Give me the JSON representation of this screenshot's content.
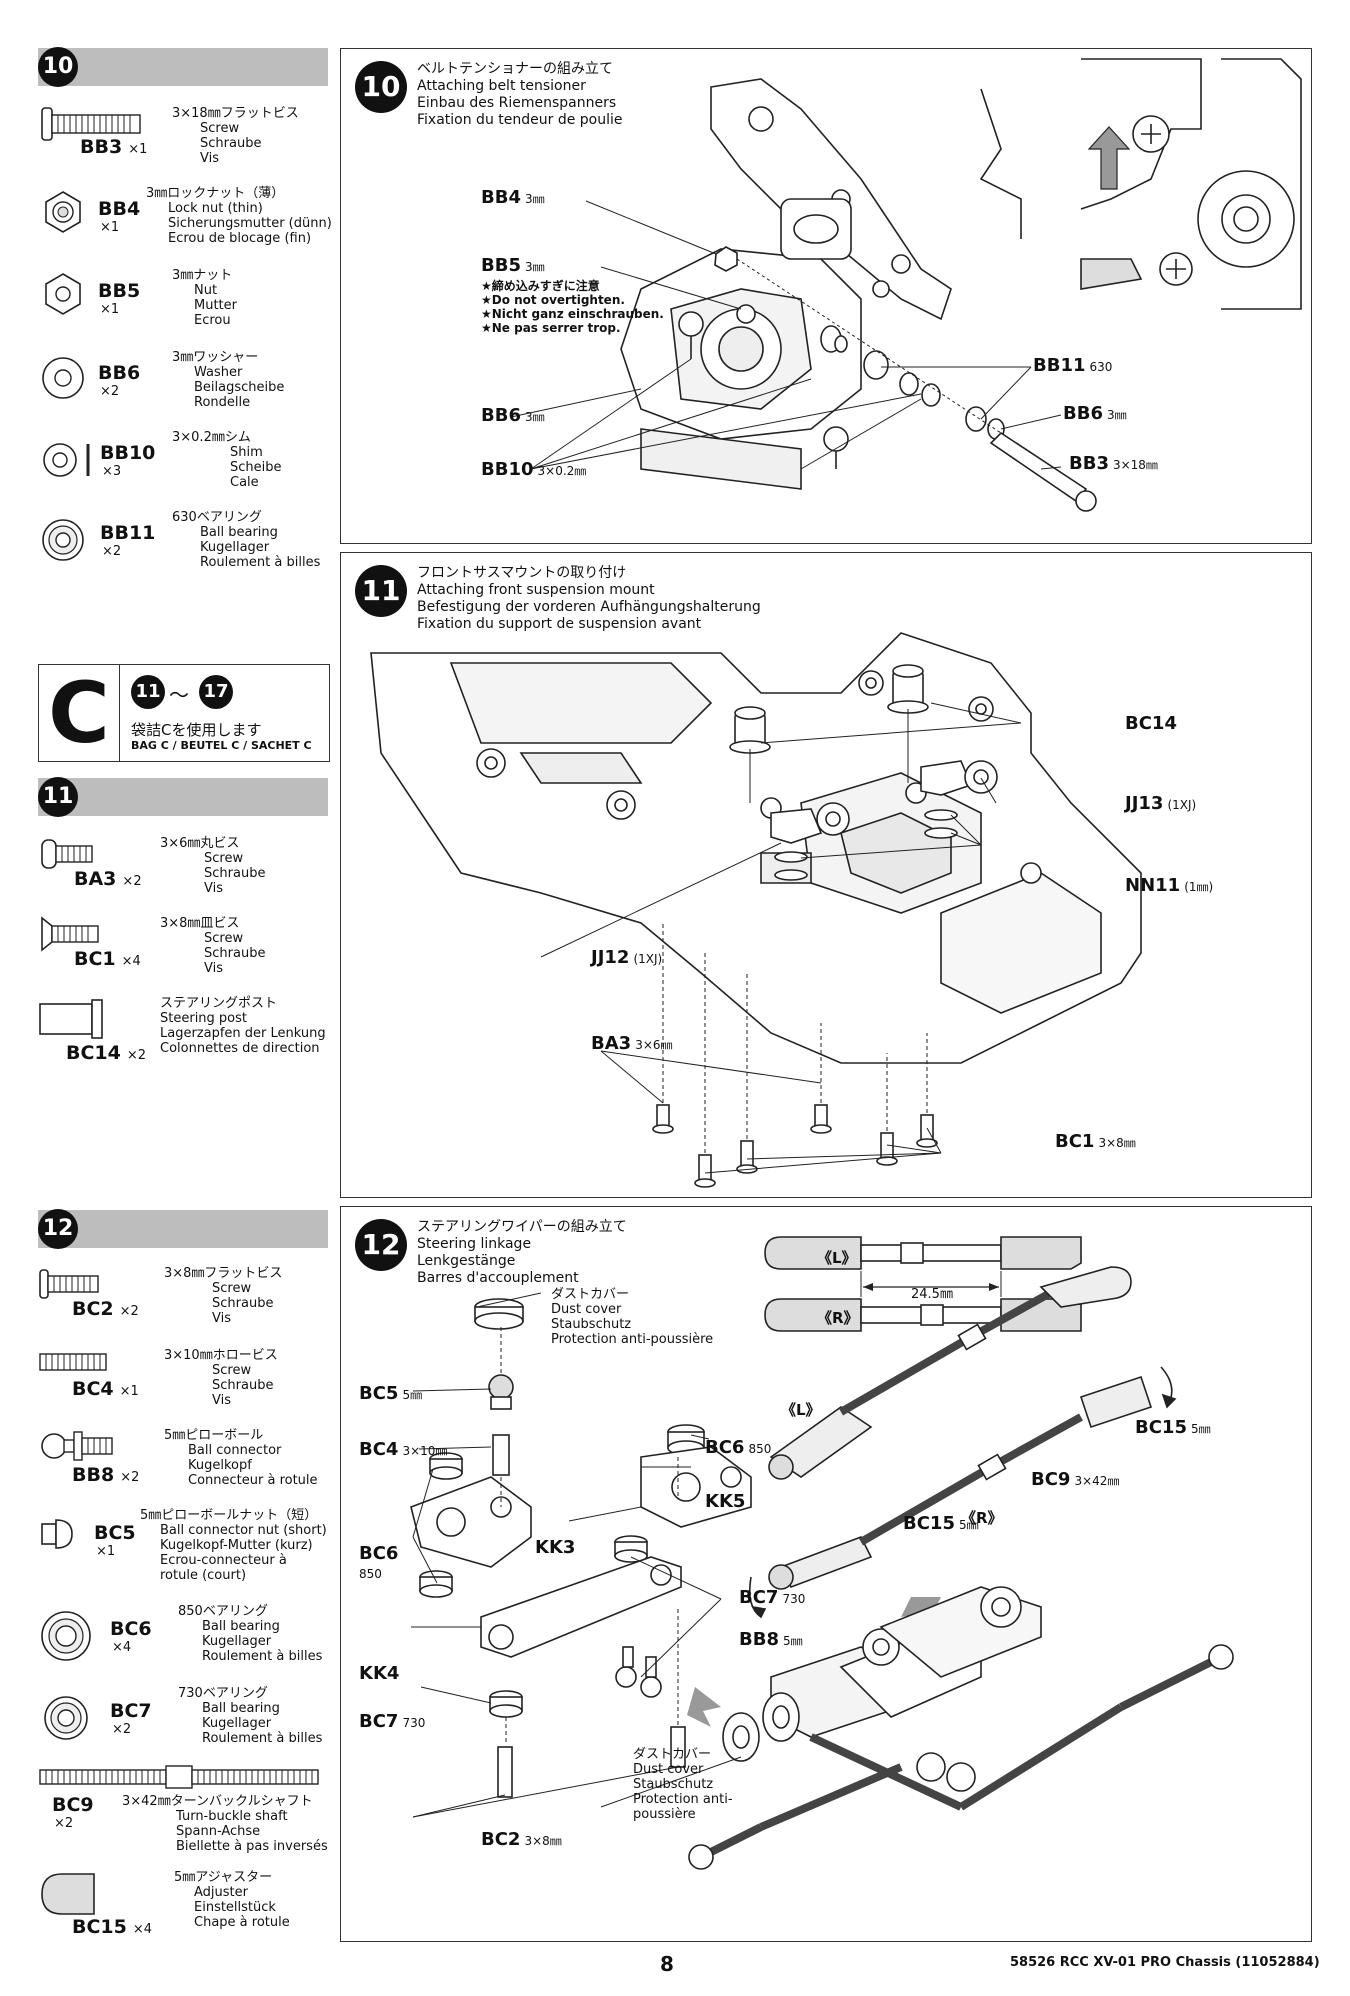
{
  "left": {
    "step10": {
      "num": "10"
    },
    "parts10": [
      {
        "code": "BB3",
        "qty": "×1",
        "jp": "3×18㎜フラットビス",
        "tr": [
          "Screw",
          "Schraube",
          "Vis"
        ]
      },
      {
        "code": "BB4",
        "qty": "×1",
        "jp": "3㎜ロックナット（薄）",
        "tr": [
          "Lock nut (thin)",
          "Sicherungsmutter (dünn)",
          "Ecrou de blocage (fin)"
        ]
      },
      {
        "code": "BB5",
        "qty": "×1",
        "jp": "3㎜ナット",
        "tr": [
          "Nut",
          "Mutter",
          "Ecrou"
        ]
      },
      {
        "code": "BB6",
        "qty": "×2",
        "jp": "3㎜ワッシャー",
        "tr": [
          "Washer",
          "Beilagscheibe",
          "Rondelle"
        ]
      },
      {
        "code": "BB10",
        "qty": "×3",
        "jp": "3×0.2㎜シム",
        "tr": [
          "Shim",
          "Scheibe",
          "Cale"
        ]
      },
      {
        "code": "BB11",
        "qty": "×2",
        "jp": "630ベアリング",
        "tr": [
          "Ball bearing",
          "Kugellager",
          "Roulement à billes"
        ]
      }
    ],
    "bag": {
      "letter": "C",
      "from": "11",
      "sep": "〜",
      "to": "17",
      "jp": "袋詰Cを使用します",
      "tr": "BAG C / BEUTEL C / SACHET C"
    },
    "step11": {
      "num": "11"
    },
    "parts11": [
      {
        "code": "BA3",
        "qty": "×2",
        "jp": "3×6㎜丸ビス",
        "tr": [
          "Screw",
          "Schraube",
          "Vis"
        ]
      },
      {
        "code": "BC1",
        "qty": "×4",
        "jp": "3×8㎜皿ビス",
        "tr": [
          "Screw",
          "Schraube",
          "Vis"
        ]
      },
      {
        "code": "BC14",
        "qty": "×2",
        "jp": "ステアリングポスト",
        "tr": [
          "Steering post",
          "Lagerzapfen der Lenkung",
          "Colonnettes de direction"
        ]
      }
    ],
    "step12": {
      "num": "12"
    },
    "parts12": [
      {
        "code": "BC2",
        "qty": "×2",
        "jp": "3×8㎜フラットビス",
        "tr": [
          "Screw",
          "Schraube",
          "Vis"
        ]
      },
      {
        "code": "BC4",
        "qty": "×1",
        "jp": "3×10㎜ホロービス",
        "tr": [
          "Screw",
          "Schraube",
          "Vis"
        ]
      },
      {
        "code": "BB8",
        "qty": "×2",
        "jp": "5㎜ピローボール",
        "tr": [
          "Ball connector",
          "Kugelkopf",
          "Connecteur à rotule"
        ]
      },
      {
        "code": "BC5",
        "qty": "×1",
        "jp": "5㎜ピローボールナット（短）",
        "tr": [
          "Ball connector nut (short)",
          "Kugelkopf-Mutter (kurz)",
          "Ecrou-connecteur à",
          "rotule (court)"
        ]
      },
      {
        "code": "BC6",
        "qty": "×4",
        "jp": "850ベアリング",
        "tr": [
          "Ball bearing",
          "Kugellager",
          "Roulement à billes"
        ]
      },
      {
        "code": "BC7",
        "qty": "×2",
        "jp": "730ベアリング",
        "tr": [
          "Ball bearing",
          "Kugellager",
          "Roulement à billes"
        ]
      },
      {
        "code": "BC9",
        "qty": "×2",
        "jp": "3×42㎜ターンバックルシャフト",
        "tr": [
          "Turn-buckle shaft",
          "Spann-Achse",
          "Biellette à pas inversés"
        ]
      },
      {
        "code": "BC15",
        "qty": "×4",
        "jp": "5㎜アジャスター",
        "tr": [
          "Adjuster",
          "Einstellstück",
          "Chape à rotule"
        ]
      }
    ]
  },
  "panel10": {
    "num": "10",
    "title": [
      "ベルトテンショナーの組み立て",
      "Attaching belt tensioner",
      "Einbau des Riemenspanners",
      "Fixation du tendeur de poulie"
    ],
    "labels": {
      "bb4": "BB4",
      "bb4s": "3㎜",
      "bb5": "BB5",
      "bb5s": "3㎜",
      "warn": [
        "★締め込みすぎに注意",
        "★Do not overtighten.",
        "★Nicht ganz einschrauben.",
        "★Ne pas serrer trop."
      ],
      "bb11": "BB11",
      "bb11s": "630",
      "bb6a": "BB6",
      "bb6as": "3㎜",
      "bb6b": "BB6",
      "bb6bs": "3㎜",
      "bb10": "BB10",
      "bb10s": "3×0.2㎜",
      "bb3": "BB3",
      "bb3s": "3×18㎜"
    }
  },
  "panel11": {
    "num": "11",
    "title": [
      "フロントサスマウントの取り付け",
      "Attaching front suspension mount",
      "Befestigung der vorderen Aufhängungshalterung",
      "Fixation du support de suspension avant"
    ],
    "labels": {
      "bc14": "BC14",
      "jj13": "JJ13",
      "jj13s": "(1XJ)",
      "nn11": "NN11",
      "nn11s": "(1㎜)",
      "jj12": "JJ12",
      "jj12s": "(1XJ)",
      "ba3": "BA3",
      "ba3s": "3×6㎜",
      "bc1": "BC1",
      "bc1s": "3×8㎜"
    }
  },
  "panel12": {
    "num": "12",
    "title": [
      "ステアリングワイパーの組み立て",
      "Steering linkage",
      "Lenkgestänge",
      "Barres d'accouplement"
    ],
    "labels": {
      "dust1": [
        "ダストカバー",
        "Dust cover",
        "Staubschutz",
        "Protection anti-poussière"
      ],
      "bc5": "BC5",
      "bc5s": "5㎜",
      "bc4": "BC4",
      "bc4s": "3×10㎜",
      "bc6a": "BC6",
      "bc6as": "850",
      "kk5": "KK5",
      "bc6b": "BC6",
      "bc6bs": "850",
      "kk3": "KK3",
      "bc7a": "BC7",
      "bc7as": "730",
      "bb8": "BB8",
      "bb8s": "5㎜",
      "kk4": "KK4",
      "bc7b": "BC7",
      "bc7bs": "730",
      "dust2": [
        "ダストカバー",
        "Dust cover",
        "Staubschutz",
        "Protection anti-",
        "poussière"
      ],
      "bc2": "BC2",
      "bc2s": "3×8㎜",
      "L": "《L》",
      "R": "《R》",
      "dim": "24.5㎜",
      "L2": "《L》",
      "R2": "《R》",
      "bc15a": "BC15",
      "bc15as": "5㎜",
      "bc9": "BC9",
      "bc9s": "3×42㎜",
      "bc15b": "BC15",
      "bc15bs": "5㎜"
    }
  },
  "footer": {
    "page": "8",
    "ref": "58526 RCC XV-01 PRO Chassis (11052884)"
  }
}
